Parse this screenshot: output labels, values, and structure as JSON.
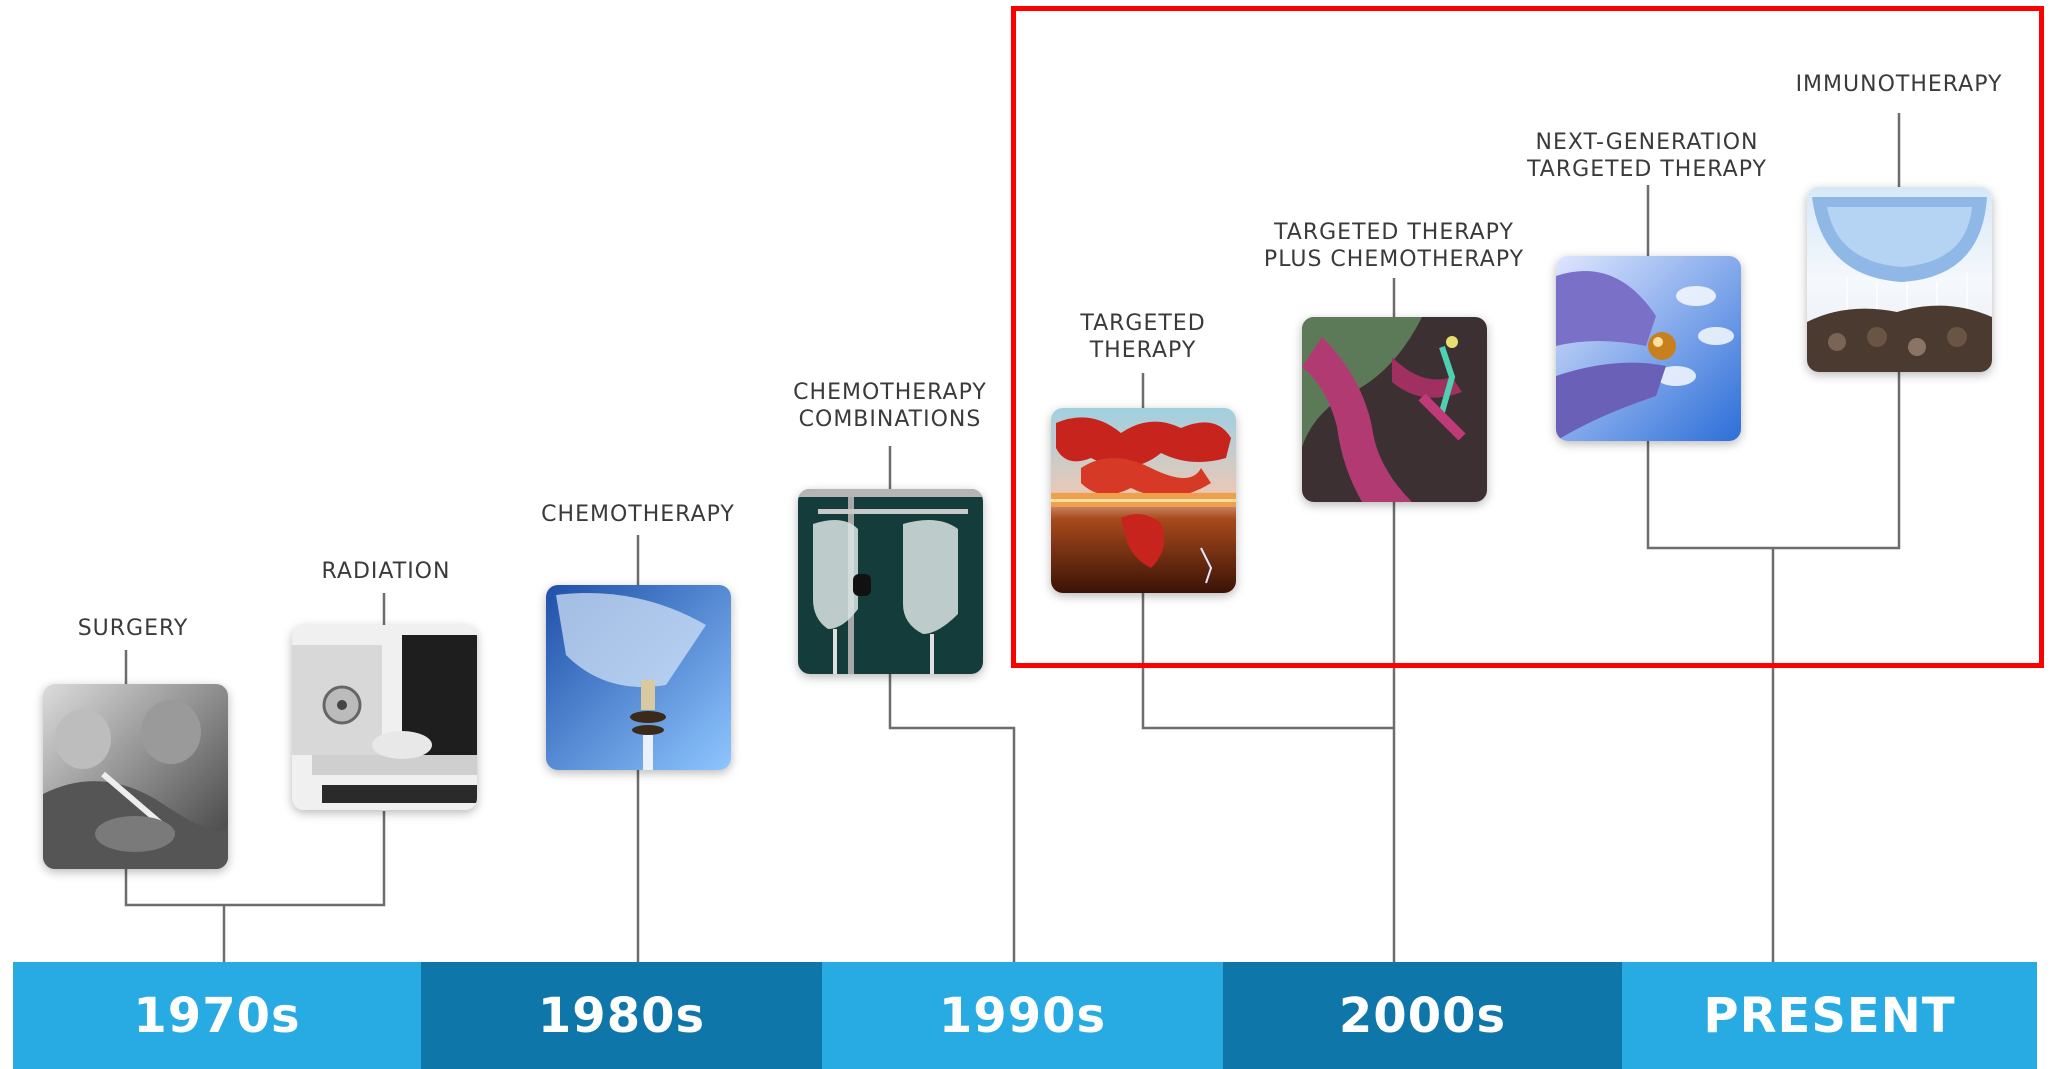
{
  "treatments": [
    {
      "id": "surgery",
      "label": "SURGERY",
      "icon": "surgery-photo"
    },
    {
      "id": "radiation",
      "label": "RADIATION",
      "icon": "radiation-machine-photo"
    },
    {
      "id": "chemotherapy",
      "label": "CHEMOTHERAPY",
      "icon": "iv-bag-photo"
    },
    {
      "id": "chemo-combos",
      "label": "CHEMOTHERAPY\nCOMBINATIONS",
      "icon": "iv-bags-pair-photo"
    },
    {
      "id": "targeted",
      "label": "TARGETED\nTHERAPY",
      "icon": "cell-illustration"
    },
    {
      "id": "targeted-chemo",
      "label": "TARGETED THERAPY\nPLUS CHEMOTHERAPY",
      "icon": "blood-vessel-illustration"
    },
    {
      "id": "next-gen",
      "label": "NEXT-GENERATION\nTARGETED THERAPY",
      "icon": "pill-in-hand-illustration"
    },
    {
      "id": "immuno",
      "label": "IMMUNOTHERAPY",
      "icon": "immune-cell-illustration"
    }
  ],
  "eras": [
    "1970s",
    "1980s",
    "1990s",
    "2000s",
    "PRESENT"
  ],
  "colors": {
    "era_light": "#27ABE2",
    "era_dark": "#0E76A8",
    "connector": "#6d6d6d",
    "highlight": "#ff0000",
    "label_text": "#3a3a3a"
  }
}
